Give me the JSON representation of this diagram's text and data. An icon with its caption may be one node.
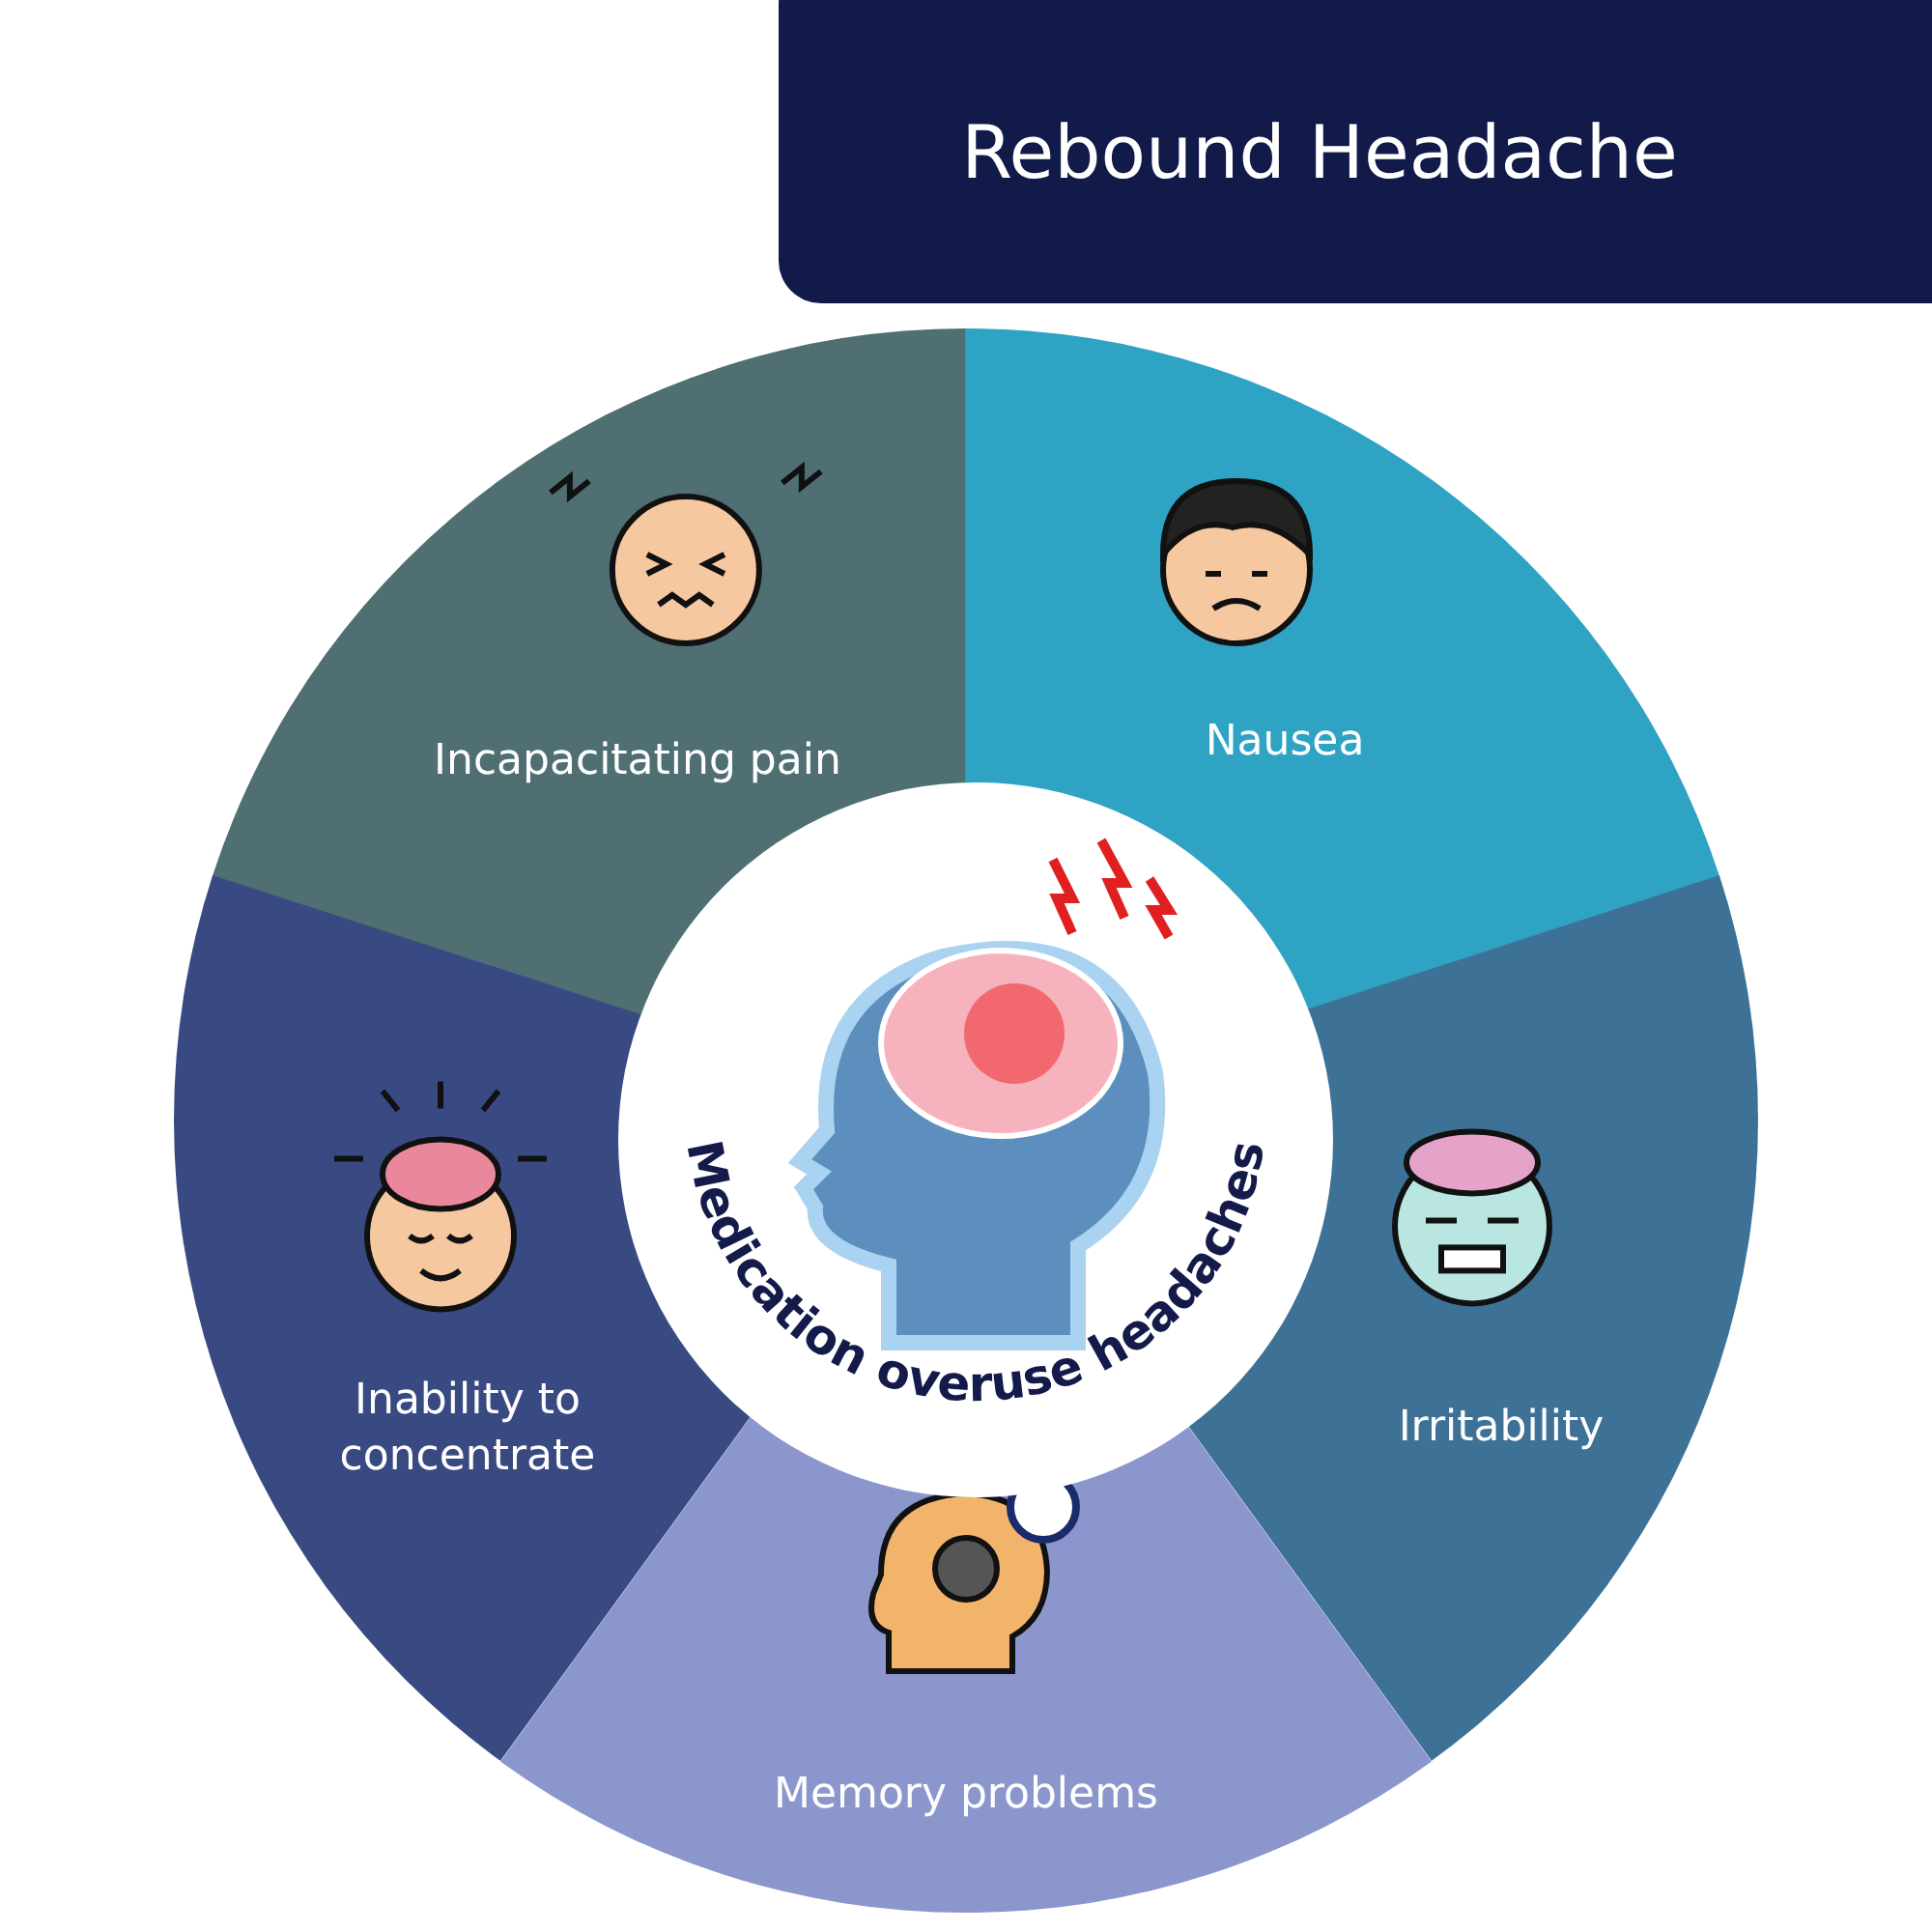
{
  "diagram": {
    "title": "Rebound Headache",
    "nodes": [
      {
        "text": [
          "Medication overuse headaches"
        ]
      },
      {
        "text": [
          "Incapacitating pain"
        ]
      },
      {
        "text": [
          "Nausea"
        ]
      },
      {
        "text": [
          "Inability to concentrate"
        ]
      },
      {
        "text": [
          "Irritability"
        ]
      },
      {
        "text": [
          "Memory problems"
        ]
      }
    ],
    "edges": []
  }
}
